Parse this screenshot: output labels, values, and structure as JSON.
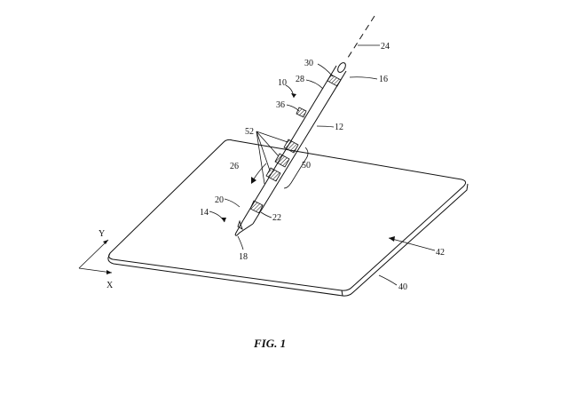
{
  "figure": {
    "caption": "FIG. 1",
    "axes": {
      "x": "X",
      "y": "Y"
    },
    "reference_numerals": {
      "axis_line": "24",
      "band_top": "30",
      "upper_end": "16",
      "band_upper": "28",
      "stylus": "10",
      "side_button": "36",
      "body": "12",
      "electrode_bands": "52",
      "band_group": "50",
      "motion": "26",
      "tip_region": "14",
      "tip_electrode": "20",
      "lower_band": "22",
      "tip": "18",
      "surface": "42",
      "device": "40"
    }
  }
}
